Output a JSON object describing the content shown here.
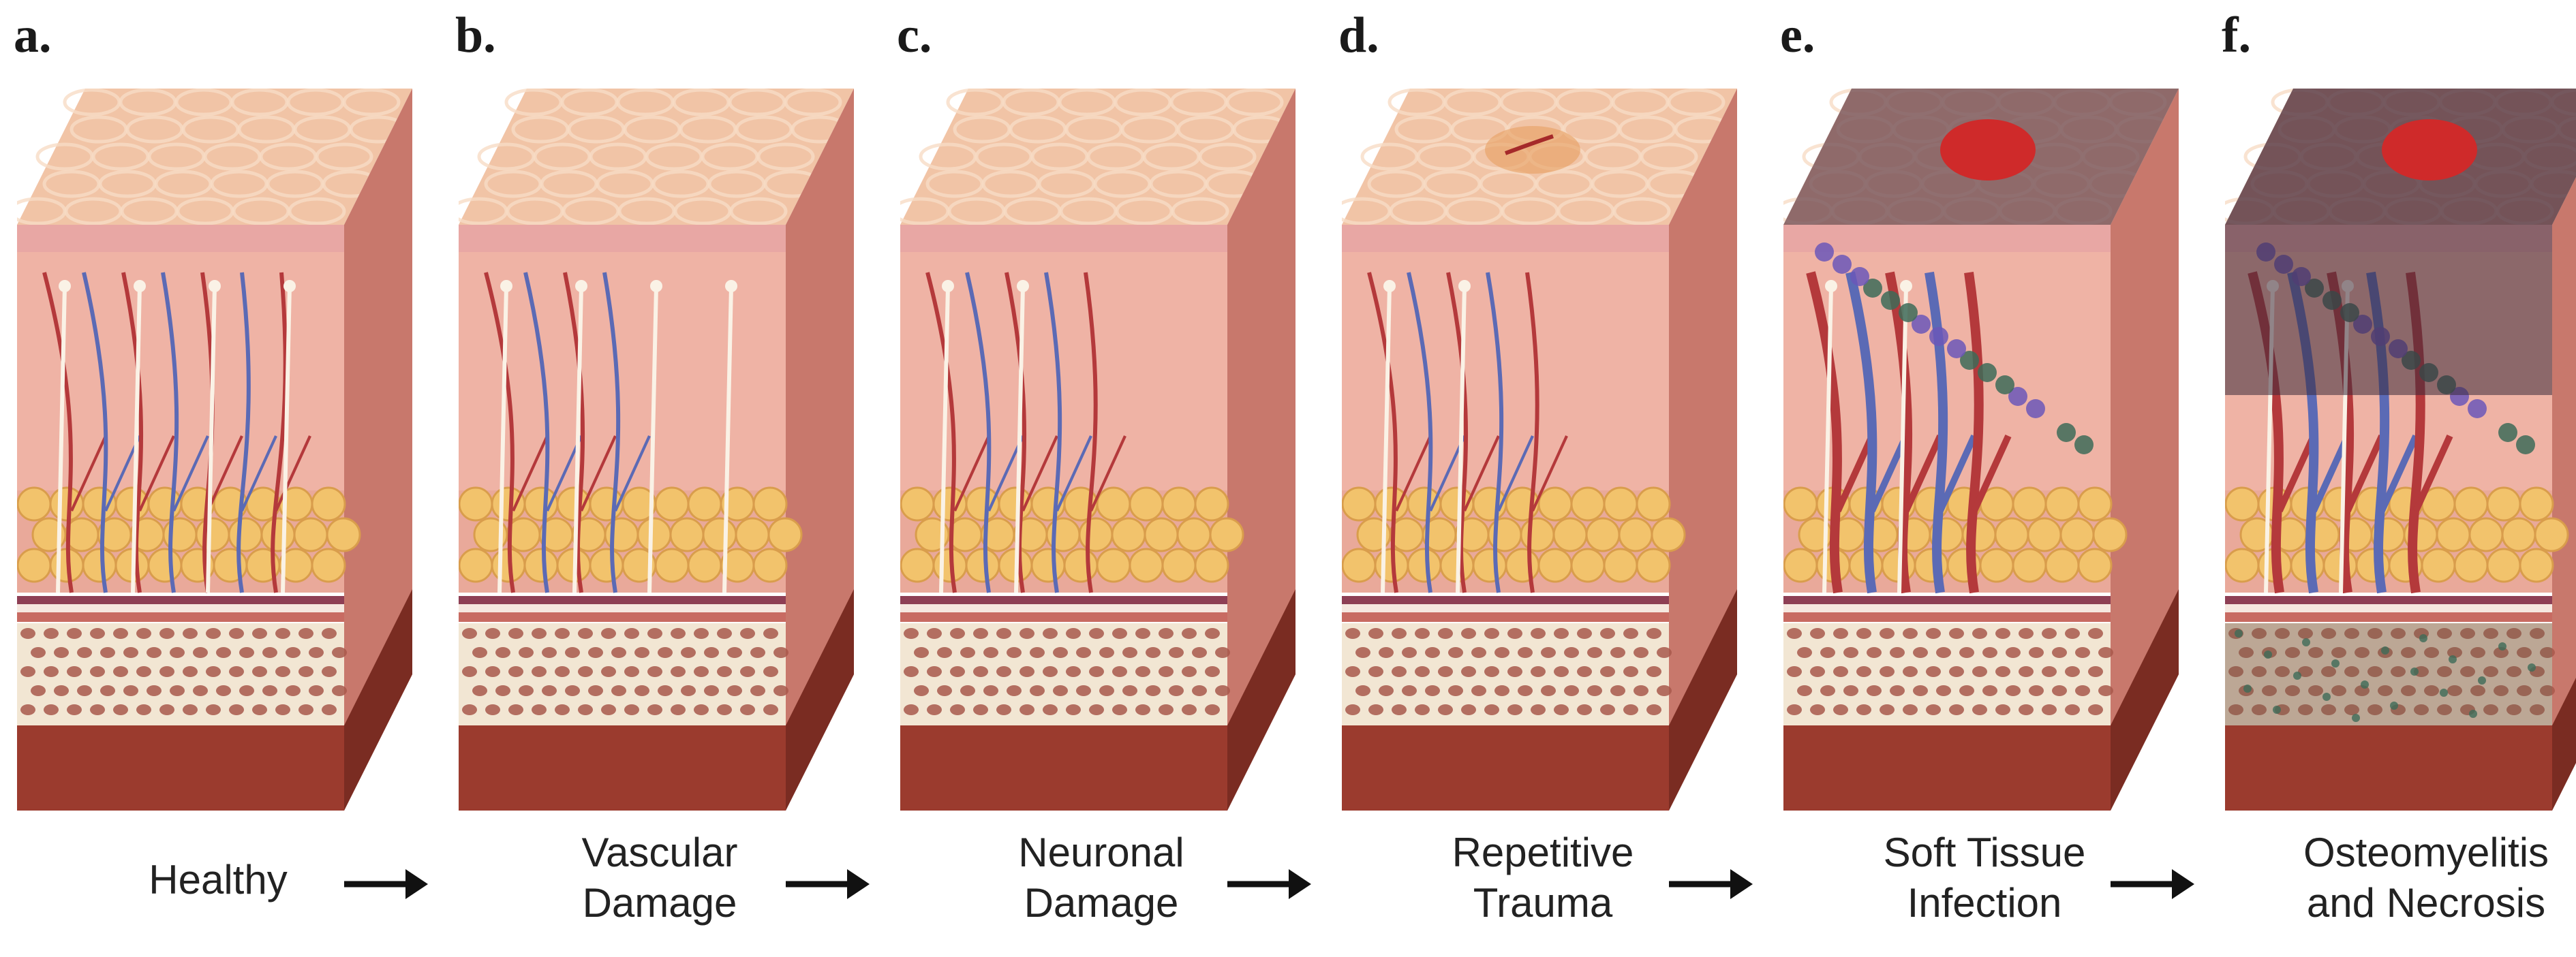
{
  "panels": [
    {
      "letter": "a.",
      "caption": [
        "Healthy"
      ],
      "state": "healthy"
    },
    {
      "letter": "b.",
      "caption": [
        "Vascular",
        "Damage"
      ],
      "state": "vascular"
    },
    {
      "letter": "c.",
      "caption": [
        "Neuronal",
        "Damage"
      ],
      "state": "neuronal"
    },
    {
      "letter": "d.",
      "caption": [
        "Repetitive",
        "Trauma"
      ],
      "state": "trauma"
    },
    {
      "letter": "e.",
      "caption": [
        "Soft Tissue",
        "Infection"
      ],
      "state": "infection"
    },
    {
      "letter": "f.",
      "caption": [
        "Osteomyelitis",
        "and Necrosis"
      ],
      "state": "necrosis"
    }
  ],
  "arrow_glyph": "right-arrow-icon",
  "colors": {
    "skin_top": "#f1c4a6",
    "epidermis": "#e8a7a4",
    "dermis": "#efb3a5",
    "fat": "#f2c36c",
    "bone": "#f2e6d3",
    "muscle": "#9b3b2e",
    "vein": "#5b6ab5",
    "artery": "#b4393b",
    "nerve": "#faf2e6",
    "infection": "#cf2a2a",
    "bacteria": "#3d6b58",
    "necrosis": "#3a2a3a"
  }
}
